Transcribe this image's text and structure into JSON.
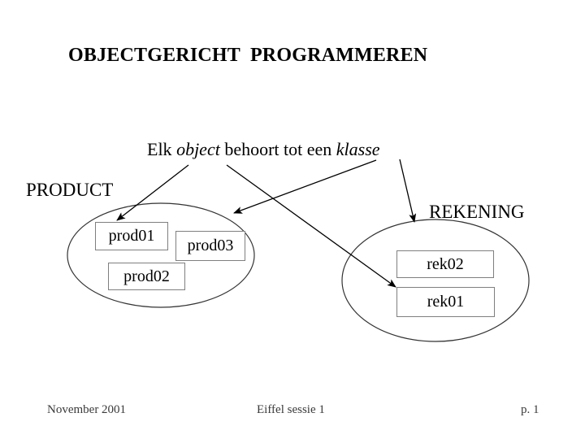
{
  "slide": {
    "title": "OBJECTGERICHT  PROGRAMMEREN",
    "subtitle": {
      "part1": "Elk ",
      "em1": "object",
      "part2": " behoort tot een ",
      "em2": "klasse"
    },
    "groups": [
      {
        "id": "product",
        "label": "PRODUCT"
      },
      {
        "id": "rekening",
        "label": "REKENING"
      }
    ],
    "boxes": [
      {
        "id": "prod01",
        "label": "prod01",
        "group": "product"
      },
      {
        "id": "prod03",
        "label": "prod03",
        "group": "product"
      },
      {
        "id": "prod02",
        "label": "prod02",
        "group": "product"
      },
      {
        "id": "rek02",
        "label": "rek02",
        "group": "rekening"
      },
      {
        "id": "rek01",
        "label": "rek01",
        "group": "rekening"
      }
    ],
    "arrows": [
      {
        "id": "object-to-prod01",
        "from": "object",
        "to": "prod01"
      },
      {
        "id": "object-to-rek01",
        "from": "object",
        "to": "rek01"
      },
      {
        "id": "klasse-to-product-ellipse",
        "from": "klasse",
        "to": "product-ellipse"
      },
      {
        "id": "klasse-to-rekening-ellipse",
        "from": "klasse",
        "to": "rekening-ellipse"
      }
    ],
    "footer": {
      "date": "November 2001",
      "title": "Eiffel sessie 1",
      "page": "p. 1"
    },
    "colors": {
      "background": "#ffffff",
      "text": "#000000",
      "box_border": "#7f7f7f",
      "ellipse_stroke": "#333333",
      "arrow": "#000000",
      "footer_text": "#3a3a3a"
    }
  }
}
